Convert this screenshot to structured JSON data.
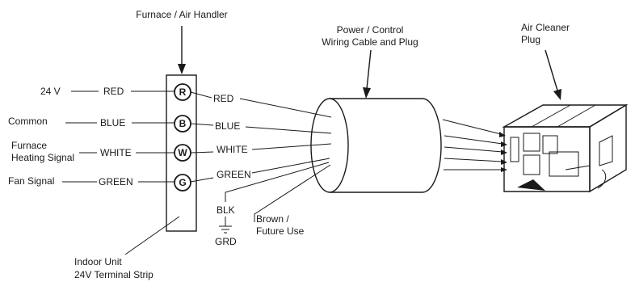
{
  "labels": {
    "furnace_header": "Furnace / Air Handler",
    "cable_line1": "Power / Control",
    "cable_line2": "Wiring Cable and Plug",
    "plug_line1": "Air Cleaner",
    "plug_line2": "Plug",
    "strip_line1": "Indoor Unit",
    "strip_line2": "24V Terminal Strip",
    "brown_line1": "Brown /",
    "brown_line2": "Future Use",
    "blk": "BLK",
    "grd": "GRD"
  },
  "left_labels": {
    "v24": "24 V",
    "common": "Common",
    "furnace_line1": "Furnace",
    "furnace_line2": "Heating Signal",
    "fan": "Fan Signal"
  },
  "terminals": [
    {
      "letter": "R",
      "in_wire": "RED",
      "out_wire": "RED"
    },
    {
      "letter": "B",
      "in_wire": "BLUE",
      "out_wire": "BLUE"
    },
    {
      "letter": "W",
      "in_wire": "WHITE",
      "out_wire": "WHITE"
    },
    {
      "letter": "G",
      "in_wire": "GREEN",
      "out_wire": "GREEN"
    }
  ]
}
